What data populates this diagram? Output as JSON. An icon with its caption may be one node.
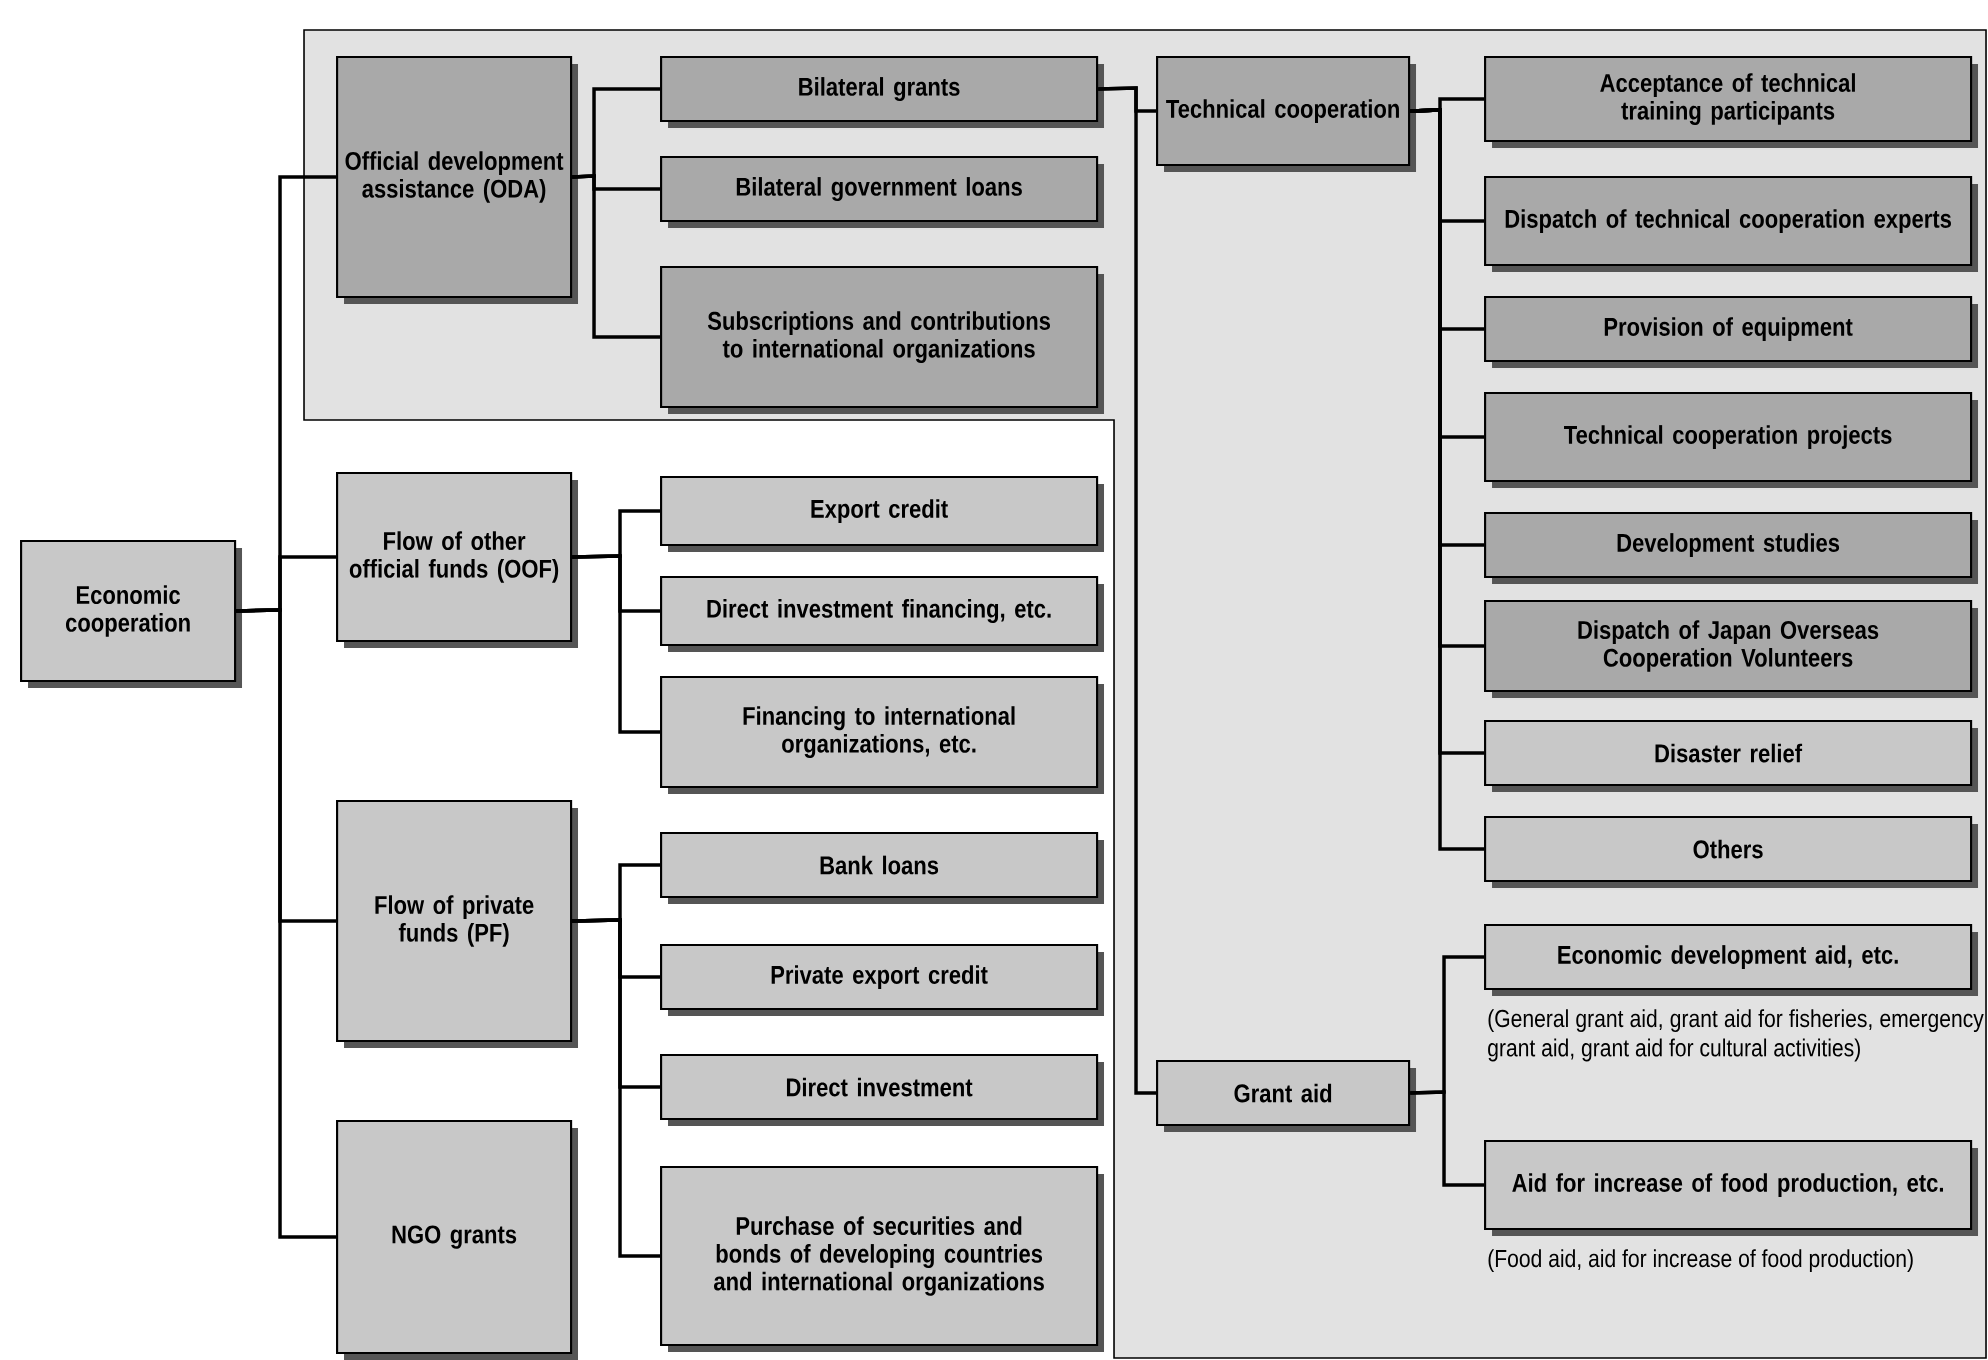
{
  "diagram": {
    "nodes": [
      {
        "text": [
          "Economic cooperation"
        ]
      },
      {
        "text": [
          "Official development assistance (ODA)"
        ]
      },
      {
        "text": [
          "Flow of other official funds (OOF)"
        ]
      },
      {
        "text": [
          "Flow of private funds (PF)"
        ]
      },
      {
        "text": [
          "NGO grants"
        ]
      },
      {
        "text": [
          "Bilateral grants"
        ]
      },
      {
        "text": [
          "Bilateral government loans"
        ]
      },
      {
        "text": [
          "Subscriptions and contributions to international organizations"
        ]
      },
      {
        "text": [
          "Export credit"
        ]
      },
      {
        "text": [
          "Direct investment financing, etc."
        ]
      },
      {
        "text": [
          "Financing to international organizations, etc."
        ]
      },
      {
        "text": [
          "Bank loans"
        ]
      },
      {
        "text": [
          "Private export credit"
        ]
      },
      {
        "text": [
          "Direct investment"
        ]
      },
      {
        "text": [
          "Purchase of securities and bonds of developing countries and international organizations"
        ]
      },
      {
        "text": [
          "Technical cooperation"
        ]
      },
      {
        "text": [
          "Grant aid"
        ]
      },
      {
        "text": [
          "Acceptance of technical training participants"
        ]
      },
      {
        "text": [
          "Dispatch of technical cooperation experts"
        ]
      },
      {
        "text": [
          "Provision of equipment"
        ]
      },
      {
        "text": [
          "Technical cooperation projects"
        ]
      },
      {
        "text": [
          "Development studies"
        ]
      },
      {
        "text": [
          "Dispatch of Japan Overseas Cooperation Volunteers"
        ]
      },
      {
        "text": [
          "Disaster relief"
        ]
      },
      {
        "text": [
          "Others"
        ]
      },
      {
        "text": [
          "Economic development aid, etc."
        ],
        "beside": [
          "(General grant aid, grant aid for fisheries, emergency grant aid, grant aid for cultural activities)"
        ]
      },
      {
        "text": [
          "Aid for increase of food production, etc."
        ],
        "beside": [
          "(Food aid, aid for increase of food production)"
        ]
      }
    ],
    "edges": [
      {
        "from": 0,
        "to": 1,
        "arrow": "none"
      },
      {
        "from": 0,
        "to": 2,
        "arrow": "none"
      },
      {
        "from": 0,
        "to": 3,
        "arrow": "none"
      },
      {
        "from": 0,
        "to": 4,
        "arrow": "none"
      },
      {
        "from": 1,
        "to": 5,
        "arrow": "none"
      },
      {
        "from": 1,
        "to": 6,
        "arrow": "none"
      },
      {
        "from": 1,
        "to": 7,
        "arrow": "none"
      },
      {
        "from": 2,
        "to": 8,
        "arrow": "none"
      },
      {
        "from": 2,
        "to": 9,
        "arrow": "none"
      },
      {
        "from": 2,
        "to": 10,
        "arrow": "none"
      },
      {
        "from": 3,
        "to": 11,
        "arrow": "none"
      },
      {
        "from": 3,
        "to": 12,
        "arrow": "none"
      },
      {
        "from": 3,
        "to": 13,
        "arrow": "none"
      },
      {
        "from": 3,
        "to": 14,
        "arrow": "none"
      },
      {
        "from": 5,
        "to": 15,
        "arrow": "none"
      },
      {
        "from": 5,
        "to": 16,
        "arrow": "none"
      },
      {
        "from": 15,
        "to": 17,
        "arrow": "none"
      },
      {
        "from": 15,
        "to": 18,
        "arrow": "none"
      },
      {
        "from": 15,
        "to": 19,
        "arrow": "none"
      },
      {
        "from": 15,
        "to": 20,
        "arrow": "none"
      },
      {
        "from": 15,
        "to": 21,
        "arrow": "none"
      },
      {
        "from": 15,
        "to": 22,
        "arrow": "none"
      },
      {
        "from": 15,
        "to": 23,
        "arrow": "none"
      },
      {
        "from": 15,
        "to": 24,
        "arrow": "none"
      },
      {
        "from": 16,
        "to": 25,
        "arrow": "none"
      },
      {
        "from": 16,
        "to": 26,
        "arrow": "none"
      }
    ]
  }
}
